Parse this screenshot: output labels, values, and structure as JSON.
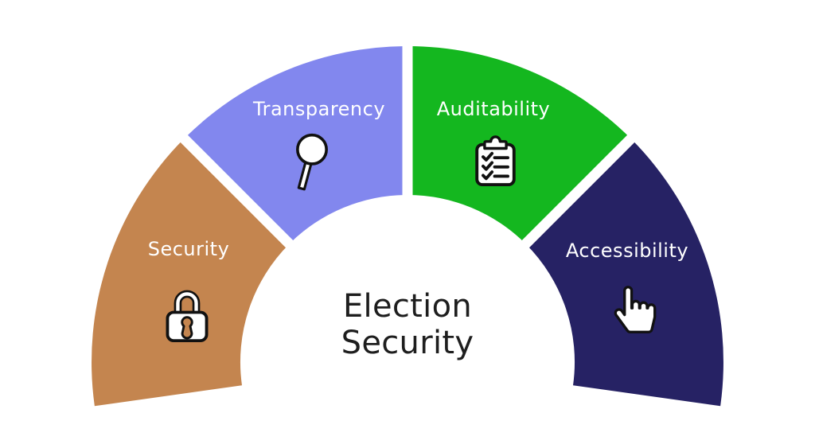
{
  "title": {
    "text": "Election Security"
  },
  "colors": {
    "background": "#ffffff",
    "separator": "#ffffff",
    "title_text": "#1e1e1e",
    "segment_label_text": "#ffffff",
    "icon_fill": "#ffffff",
    "icon_stroke": "#111111"
  },
  "segments": [
    {
      "label": "Security",
      "color": "#c4854f",
      "icon": "lock-icon"
    },
    {
      "label": "Transparency",
      "color": "#8287ee",
      "icon": "magnifying-glass-icon"
    },
    {
      "label": "Auditability",
      "color": "#14b71f",
      "icon": "clipboard-checklist-icon"
    },
    {
      "label": "Accessibility",
      "color": "#262264",
      "icon": "hand-pointer-icon"
    }
  ]
}
